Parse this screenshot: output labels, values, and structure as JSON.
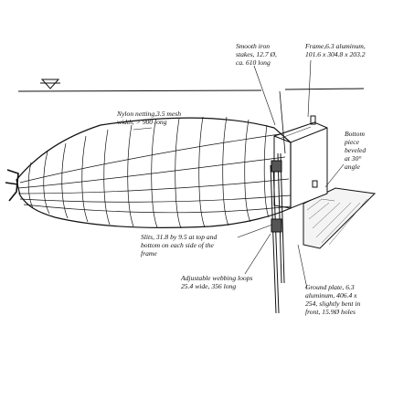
{
  "colors": {
    "ink": "#111111",
    "background": "#ffffff"
  },
  "labels": {
    "stakes": "Smooth iron\nstakes, 12.7 Ø,\nca. 610 long",
    "frame": "Frame,6.3 aluminum,\n101.6 x 304.8 x 203.2",
    "netting": "Nylon netting,3.5 mesh\nwidth, > 900 long",
    "bottom_piece": "Bottom\npiece\nbeveled\nat 30°\nangle",
    "slits": "Slits, 31.8 by 9.5 at top and\nbottom on each side of the\nframe",
    "webbing": "Adjustable webbing loops\n25.4 wide, 356 long",
    "ground_plate": "Ground plate, 6.3\naluminum, 406.4 x\n254, slightly bent in\nfront, 15.9Ø holes"
  }
}
